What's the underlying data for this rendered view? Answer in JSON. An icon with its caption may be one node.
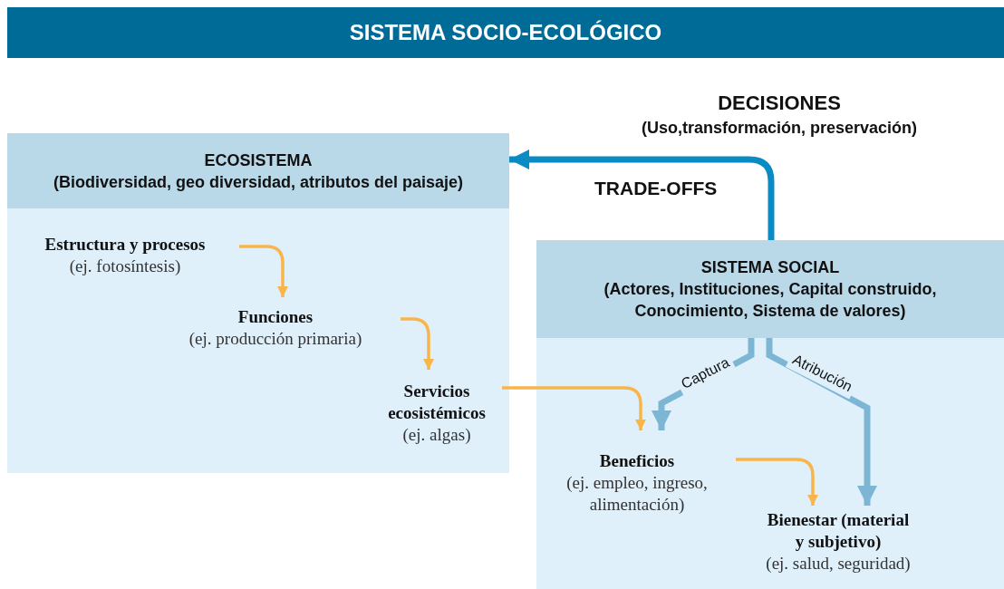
{
  "diagram": {
    "title": "SISTEMA SOCIO-ECOLÓGICO",
    "nodes": [
      {
        "text": [
          "ECOSISTEMA",
          "(Biodiversidad, geo diversidad, atributos del paisaje)"
        ]
      },
      {
        "text": [
          "Estructura y procesos",
          "(ej. fotosíntesis)"
        ],
        "in": 0
      },
      {
        "text": [
          "Funciones",
          "(ej. producción primaria)"
        ],
        "in": 0
      },
      {
        "text": [
          "Servicios ecosistémicos",
          "(ej. algas)"
        ],
        "in": 0
      },
      {
        "text": [
          "SISTEMA SOCIAL",
          "(Actores, Instituciones, Capital construido, Conocimiento, Sistema de valores)"
        ]
      },
      {
        "text": [
          "Beneficios",
          "(ej. empleo, ingreso, alimentación)"
        ],
        "in": 4
      },
      {
        "text": [
          "Bienestar (material y subjetivo)",
          "(ej. salud, seguridad)"
        ],
        "in": 4
      }
    ],
    "edges": [
      {
        "from": 1,
        "to": 2,
        "arrow": "to"
      },
      {
        "from": 2,
        "to": 3,
        "arrow": "to"
      },
      {
        "from": 3,
        "to": 5,
        "arrow": "to"
      },
      {
        "from": 5,
        "to": 6,
        "arrow": "to"
      },
      {
        "from": 4,
        "to": 0,
        "arrow": "to",
        "label": "TRADE-OFFS",
        "style": "thick",
        "color": "#0a8bc4"
      },
      {
        "from": 4,
        "to": 5,
        "arrow": "to",
        "label": "Captura",
        "style": "thick",
        "color": "#7db6d5"
      },
      {
        "from": 4,
        "to": 6,
        "arrow": "to",
        "label": "Atribución",
        "style": "thick",
        "color": "#7db6d5"
      }
    ],
    "labels": [
      "DECISIONES",
      "(Uso,transformación, preservación)"
    ]
  }
}
